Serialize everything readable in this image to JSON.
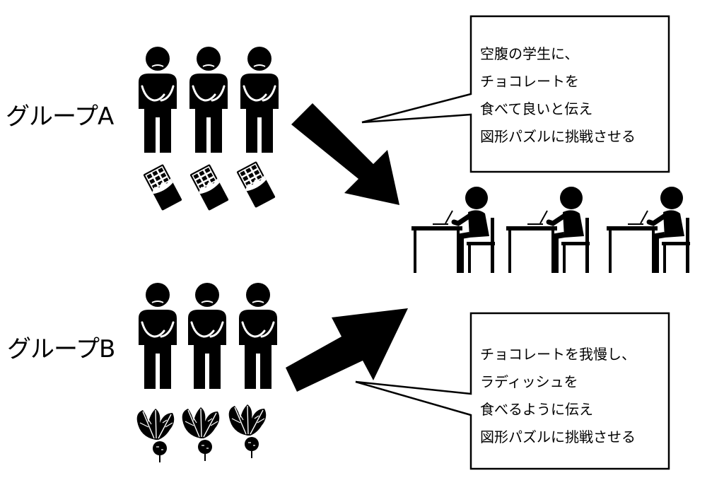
{
  "groups": [
    {
      "label": "グループA",
      "food_icon": "chocolate-bar-icon",
      "instruction_lines": [
        "空腹の学生に、",
        "チョコレートを",
        "食べて良いと伝え",
        "図形パズルに挑戦させる"
      ]
    },
    {
      "label": "グループB",
      "food_icon": "radish-icon",
      "instruction_lines": [
        "チョコレートを我慢し、",
        "ラディッシュを",
        "食べるように伝え",
        "図形パズルに挑戦させる"
      ]
    }
  ],
  "icons": {
    "person": "hungry-person-icon",
    "arrow": "arrow-icon",
    "desk": "student-at-desk-icon"
  },
  "colors": {
    "ink": "#000000",
    "background": "#ffffff",
    "chocolate_highlight": "#ffffff"
  }
}
